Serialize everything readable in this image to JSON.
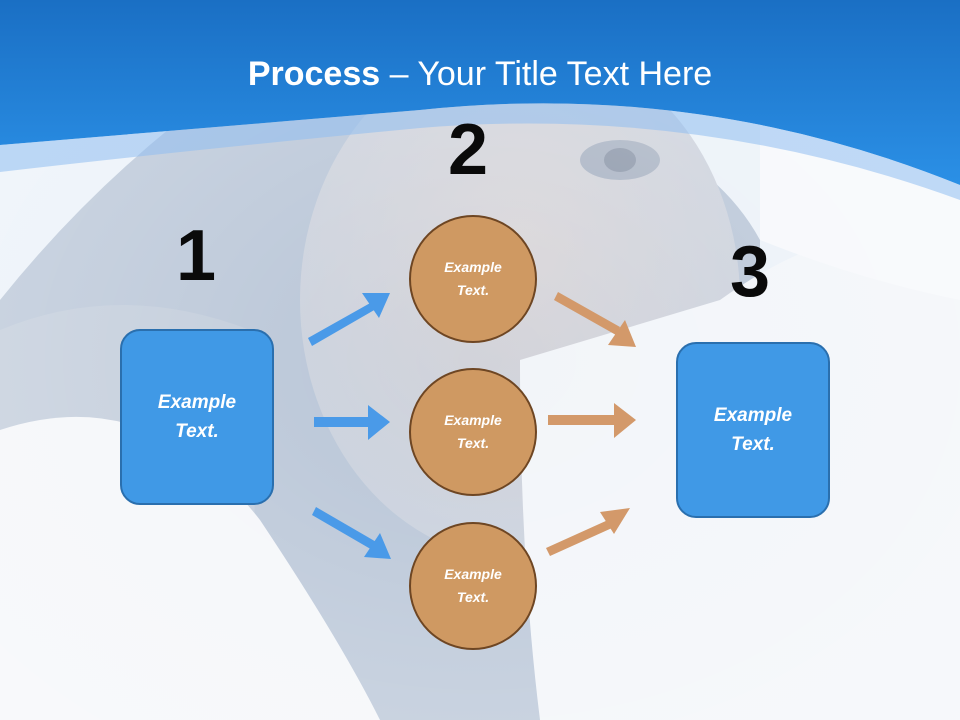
{
  "slide": {
    "title_bold": "Process",
    "title_rest": " – Your Title Text Here"
  },
  "steps": {
    "num1": "1",
    "num2": "2",
    "num3": "3"
  },
  "boxes": {
    "start": {
      "line1": "Example",
      "line2": "Text."
    },
    "end": {
      "line1": "Example",
      "line2": "Text."
    }
  },
  "circles": [
    {
      "line1": "Example",
      "line2": "Text."
    },
    {
      "line1": "Example",
      "line2": "Text."
    },
    {
      "line1": "Example",
      "line2": "Text."
    }
  ],
  "colors": {
    "header_blue": "#1f86de",
    "box_blue": "#4099e6",
    "arrow_blue": "#4a9ae8",
    "circle_tan": "#cf9962",
    "arrow_tan": "#d3996a"
  }
}
